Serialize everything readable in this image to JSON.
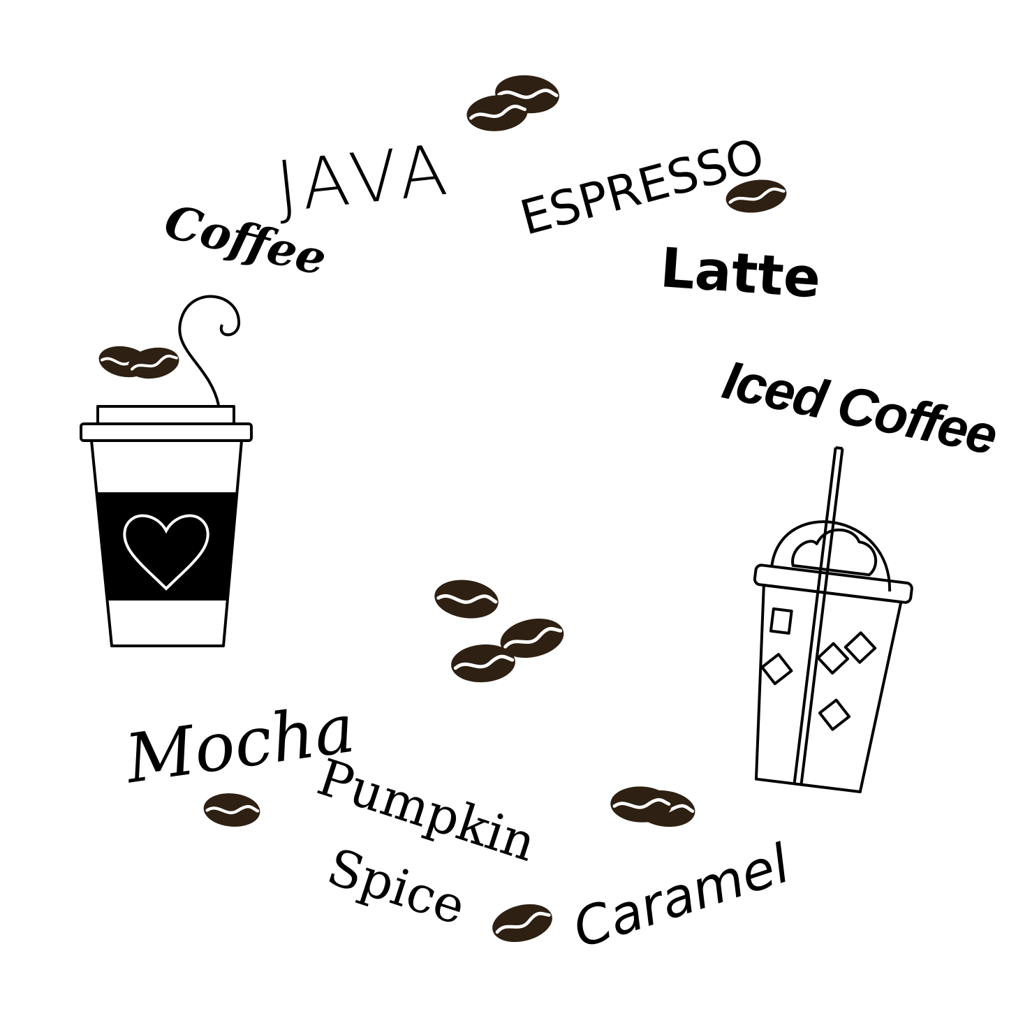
{
  "words": {
    "java": "JAVA",
    "espresso": "ESPRESSO",
    "coffee": "Coffee",
    "latte": "Latte",
    "iced_coffee": "Iced Coffee",
    "mocha": "Mocha",
    "pumpkin": "Pumpkin",
    "spice": "Spice",
    "caramel": "Caramel"
  },
  "icons": [
    "coffee-bean-icon",
    "hot-coffee-cup-icon",
    "heart-icon",
    "iced-coffee-cup-icon"
  ],
  "colors": {
    "bean": "#2e2012",
    "ink": "#000000",
    "background": "#ffffff"
  }
}
